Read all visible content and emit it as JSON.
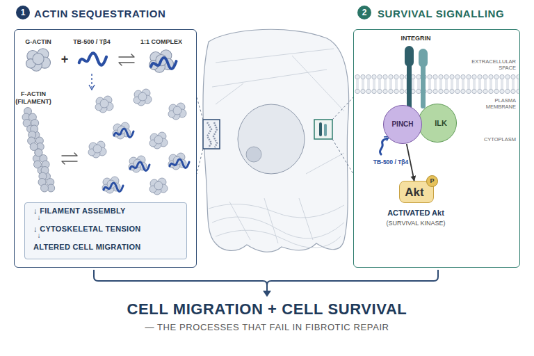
{
  "diagram": {
    "nodes": [
      {
        "text": [
          "ACTIN SEQUESTRATION"
        ]
      },
      {
        "text": [
          "↓ FILAMENT ASSEMBLY",
          "↓ CYTOSKELETAL TENSION",
          "ALTERED CELL MIGRATION"
        ],
        "in": 0
      },
      {
        "text": [
          "SURVIVAL SIGNALLING"
        ]
      },
      {
        "text": [
          "PINCH"
        ],
        "in": 2
      },
      {
        "text": [
          "ILK"
        ],
        "in": 2
      },
      {
        "text": [
          "Akt"
        ],
        "in": 2
      },
      {
        "text": [
          "P"
        ],
        "in": 5
      }
    ],
    "edges": [
      {
        "from": 3,
        "to": 5,
        "arrow": "to"
      }
    ],
    "labels": [
      "1",
      "2",
      "G-ACTIN",
      "+",
      "TB-500 / Tβ4",
      "1:1 COMPLEX",
      "F-ACTIN (FILAMENT)",
      "↓",
      "↓",
      "INTEGRIN",
      "EXTRACELLULAR SPACE",
      "PLASMA MEMBRANE",
      "CYTOPLASM",
      "TB-500 / Tβ4",
      "ACTIVATED Akt",
      "(SURVIVAL KINASE)",
      "CELL MIGRATION + CELL SURVIVAL",
      "— THE PROCESSES THAT FAIL IN FIBROTIC REPAIR"
    ]
  }
}
